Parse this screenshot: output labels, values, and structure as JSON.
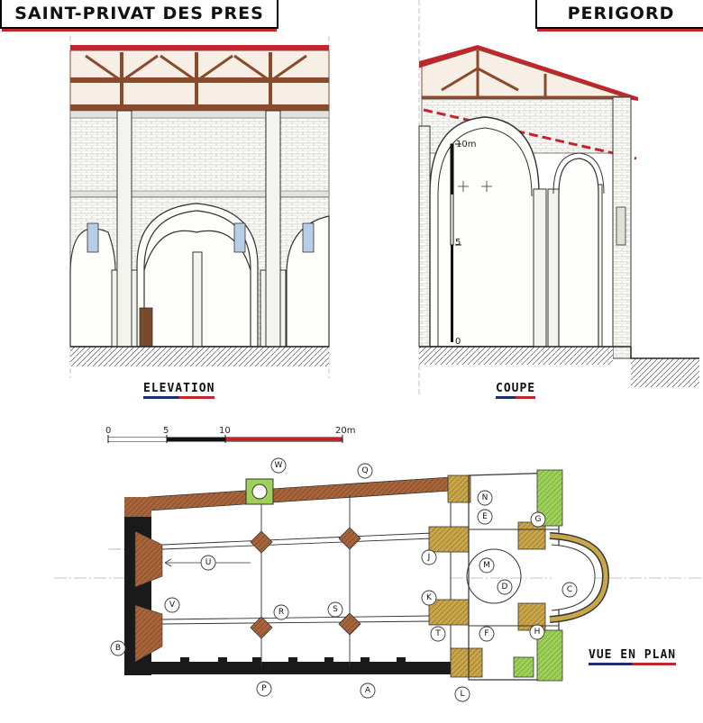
{
  "titles": {
    "left": "SAINT-PRIVAT DES PRES",
    "right": "PERIGORD"
  },
  "captions": {
    "elevation": "ELEVATION",
    "coupe": "COUPE",
    "plan": "VUE EN PLAN"
  },
  "coupe_scale": {
    "top": "10m",
    "mid": "5",
    "bottom": "0"
  },
  "plan_scale": {
    "ticks": [
      "0",
      "5",
      "10",
      "20m"
    ]
  },
  "plan_labels": {
    "W": "W",
    "Q": "Q",
    "N": "N",
    "E": "E",
    "G": "G",
    "J": "J",
    "M": "M",
    "D": "D",
    "C": "C",
    "U": "U",
    "K": "K",
    "V": "V",
    "R": "R",
    "S": "S",
    "T": "T",
    "F": "F",
    "H": "H",
    "B": "B",
    "P": "P",
    "A": "A",
    "L": "L"
  },
  "colors": {
    "accent_red": "#c0262c",
    "roof_wood": "#8b4a2b",
    "masonry_brown": "#a8643a",
    "light_green": "#9fd05a",
    "ochre": "#c9a64a",
    "black_wall": "#1a1a1a"
  }
}
